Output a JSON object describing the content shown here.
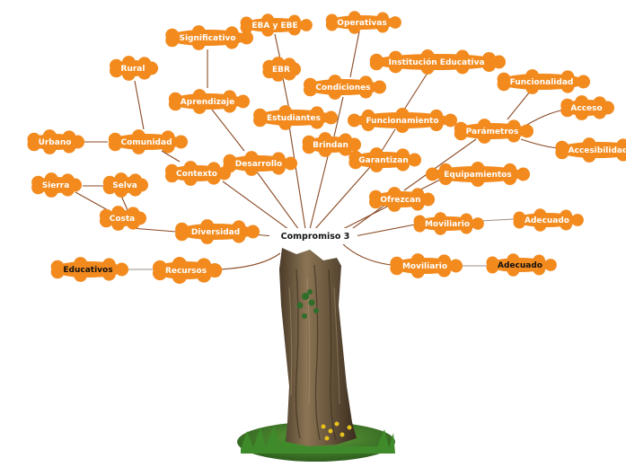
{
  "root": "Compromiso 3",
  "nodes": {
    "significativo": "Significativo",
    "eba_ebe": "EBA y EBE",
    "operativas": "Operativas",
    "rural": "Rural",
    "ebr": "EBR",
    "institucion": "Institución Educativa",
    "funcionalidad": "Funcionalidad",
    "aprendizaje": "Aprendizaje",
    "condiciones": "Condiciones",
    "acceso": "Acceso",
    "estudiantes": "Estudiantes",
    "funcionamiento": "Funcionamiento",
    "parametros": "Parámetros",
    "urbano": "Urbano",
    "comunidad": "Comunidad",
    "brindan": "Brindan",
    "accesibilidad": "Accesibilidad",
    "desarrollo": "Desarrollo",
    "garantizan": "Garantizan",
    "contexto": "Contexto",
    "equipamientos": "Equipamientos",
    "sierra": "Sierra",
    "selva": "Selva",
    "ofrezcan": "Ofrezcan",
    "costa": "Costa",
    "mobiliario1": "Moviliario",
    "adecuado1": "Adecuado",
    "diversidad": "Diversidad",
    "educativos": "Educativos",
    "recursos": "Recursos",
    "mobiliario2": "Moviliario",
    "adecuado2": "Adecuado"
  },
  "colors": {
    "node_fill": "#f28a1e",
    "edge": "#8a4a24",
    "trunk": "#7a6245",
    "grass": "#3e7a2a"
  }
}
